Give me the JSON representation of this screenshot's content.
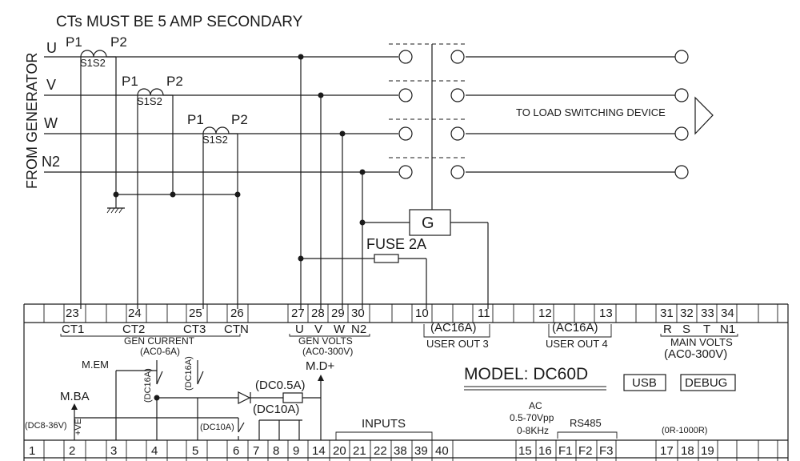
{
  "header": {
    "ct_note": "CTs MUST BE 5 AMP SECONDARY"
  },
  "source": {
    "side_label": "FROM GENERATOR",
    "phases": [
      "U",
      "V",
      "W"
    ],
    "neutral": "N2"
  },
  "ct_labels": {
    "p1": "P1",
    "p2": "P2",
    "s1s2": "S1S2"
  },
  "load": {
    "label": "TO LOAD SWITCHING DEVICE"
  },
  "generator_contactor": {
    "symbol": "G"
  },
  "fuse": {
    "label": "FUSE 2A"
  },
  "upper_terminals": [
    {
      "num": "23",
      "label": "CT1"
    },
    {
      "num": "24",
      "label": "CT2"
    },
    {
      "num": "25",
      "label": "CT3"
    },
    {
      "num": "26",
      "label": "CTN"
    },
    {
      "num": "27",
      "label": "U"
    },
    {
      "num": "28",
      "label": "V"
    },
    {
      "num": "29",
      "label": "W"
    },
    {
      "num": "30",
      "label": "N2"
    },
    {
      "num": "10",
      "label": ""
    },
    {
      "num": "11",
      "label": ""
    },
    {
      "num": "12",
      "label": ""
    },
    {
      "num": "13",
      "label": ""
    },
    {
      "num": "31",
      "label": "R"
    },
    {
      "num": "32",
      "label": "S"
    },
    {
      "num": "33",
      "label": "T"
    },
    {
      "num": "34",
      "label": "N1"
    }
  ],
  "groups": {
    "gen_current": {
      "title": "GEN CURRENT",
      "range": "(AC0-6A)"
    },
    "gen_volts": {
      "title": "GEN VOLTS",
      "range": "(AC0-300V)"
    },
    "user_out_3": {
      "title": "USER OUT 3",
      "rating": "(AC16A)"
    },
    "user_out_4": {
      "title": "USER OUT 4",
      "rating": "(AC16A)"
    },
    "main_volts": {
      "title": "MAIN VOLTS",
      "range": "(AC0-300V)"
    }
  },
  "controller": {
    "model": "MODEL: DC60D",
    "usb": "USB",
    "debug": "DEBUG",
    "mem": "M.EM",
    "mba": "M.BA",
    "mdplus": "M.D+",
    "supply": "(DC8-36V)",
    "plus_ve": "+VE",
    "relay1": "(DC16A)",
    "relay2": "(DC16A)",
    "relay3": "(DC10A)",
    "diode_rating": "(DC0.5A)",
    "dc10a_group": "(DC10A)",
    "inputs": "INPUTS",
    "ac_signal": "AC",
    "ac_vpp": "0.5-70Vpp",
    "ac_freq": "0-8KHz",
    "rs485": "RS485",
    "resistor_range": "(0R-1000R)"
  },
  "lower_terminals": [
    "1",
    "2",
    "3",
    "4",
    "5",
    "6",
    "7",
    "8",
    "9",
    "14",
    "20",
    "21",
    "22",
    "38",
    "39",
    "40",
    "15",
    "16",
    "F1",
    "F2",
    "F3",
    "17",
    "18",
    "19"
  ]
}
